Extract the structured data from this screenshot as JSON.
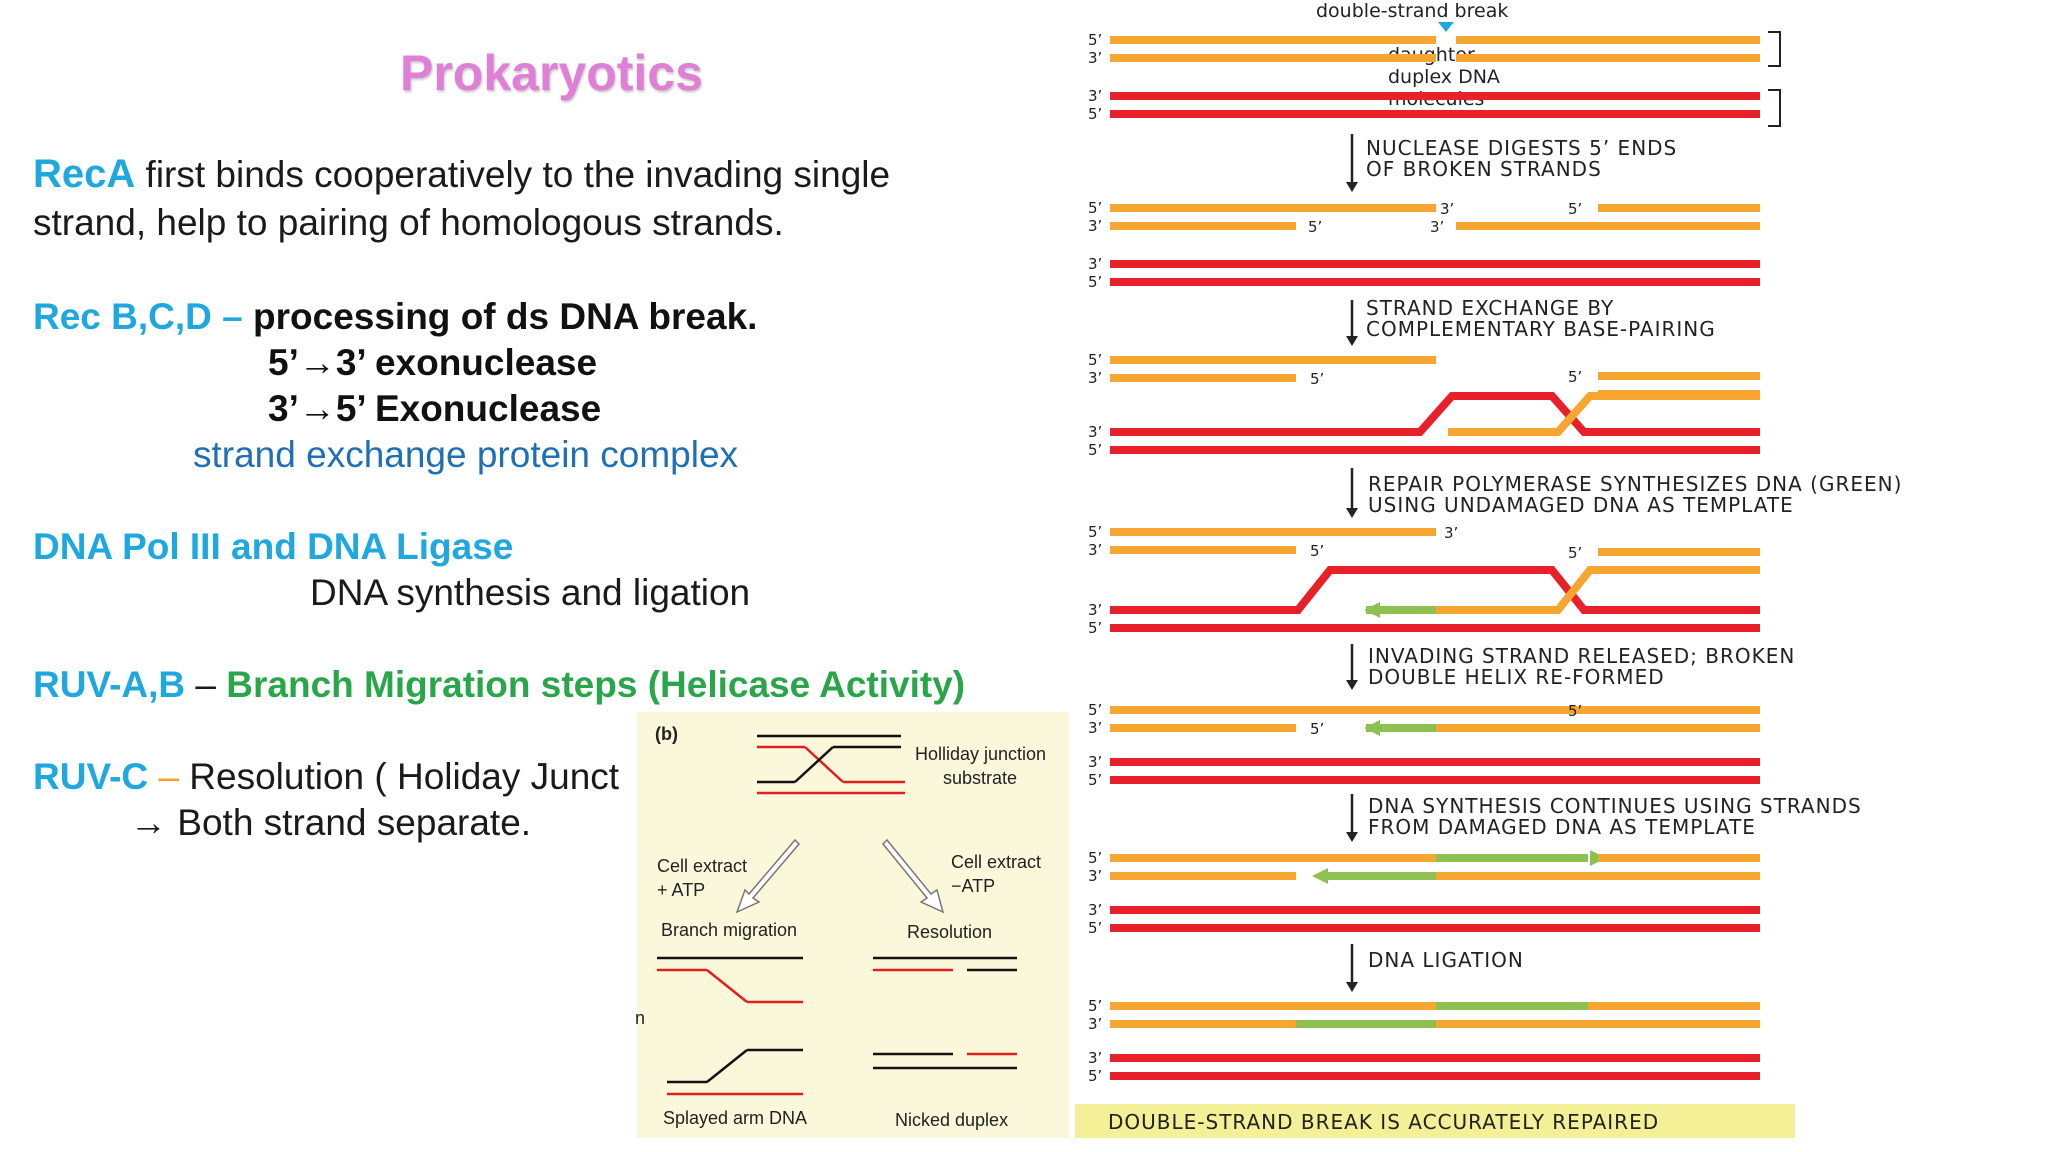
{
  "slide": {
    "title": "Prokaryotics",
    "reca": {
      "name": "RecA",
      "line1": " first binds cooperatively to the invading single",
      "line2": "strand, help to pairing of homologous strands."
    },
    "recbcd": {
      "name": "Rec B,C,D – ",
      "desc": "processing of ds DNA break.",
      "exo1": "5’→3’ exonuclease",
      "exo2": "3’→5’ Exonuclease",
      "complex": "strand exchange protein complex"
    },
    "pol": {
      "name": "DNA Pol III and DNA Ligase",
      "desc": "DNA synthesis and ligation"
    },
    "ruvab": {
      "name": "RUV-A,B",
      "dash": " – ",
      "desc": "Branch Migration steps (Helicase Activity)"
    },
    "ruvc": {
      "name": "RUV-C",
      "dash": " – ",
      "desc": "Resolution ( Holiday Junct",
      "line2": "→ Both strand separate."
    }
  },
  "panel_b": {
    "tag": "(b)",
    "substrate_line1": "Holliday junction",
    "substrate_line2": "substrate",
    "left_cond_line1": "Cell extract",
    "left_cond_line2": "+ ATP",
    "right_cond_line1": "Cell extract",
    "right_cond_line2": "−ATP",
    "left_result": "Branch migration",
    "right_result": "Resolution",
    "left_product": "Splayed arm DNA",
    "right_product": "Nicked duplex",
    "edge_char": "n"
  },
  "figure": {
    "top_label": "double-strand break",
    "daughter_label": [
      "daughter",
      "duplex DNA",
      "molecules"
    ],
    "steps": [
      [
        "NUCLEASE DIGESTS 5’ ENDS",
        "OF BROKEN STRANDS"
      ],
      [
        "STRAND EXCHANGE BY",
        "COMPLEMENTARY BASE-PAIRING"
      ],
      [
        "REPAIR POLYMERASE SYNTHESIZES DNA (GREEN)",
        "USING UNDAMAGED DNA AS TEMPLATE"
      ],
      [
        "INVADING STRAND RELEASED; BROKEN",
        "DOUBLE HELIX RE-FORMED"
      ],
      [
        "DNA SYNTHESIS CONTINUES USING STRANDS",
        "FROM DAMAGED DNA AS TEMPLATE"
      ],
      [
        "DNA LIGATION"
      ]
    ],
    "end_labels": {
      "five": "5’",
      "three": "3’"
    },
    "banner": "DOUBLE-STRAND BREAK IS ACCURATELY REPAIRED",
    "colors": {
      "orange": "#f7a531",
      "red": "#e8202a",
      "green": "#8dc152"
    }
  }
}
